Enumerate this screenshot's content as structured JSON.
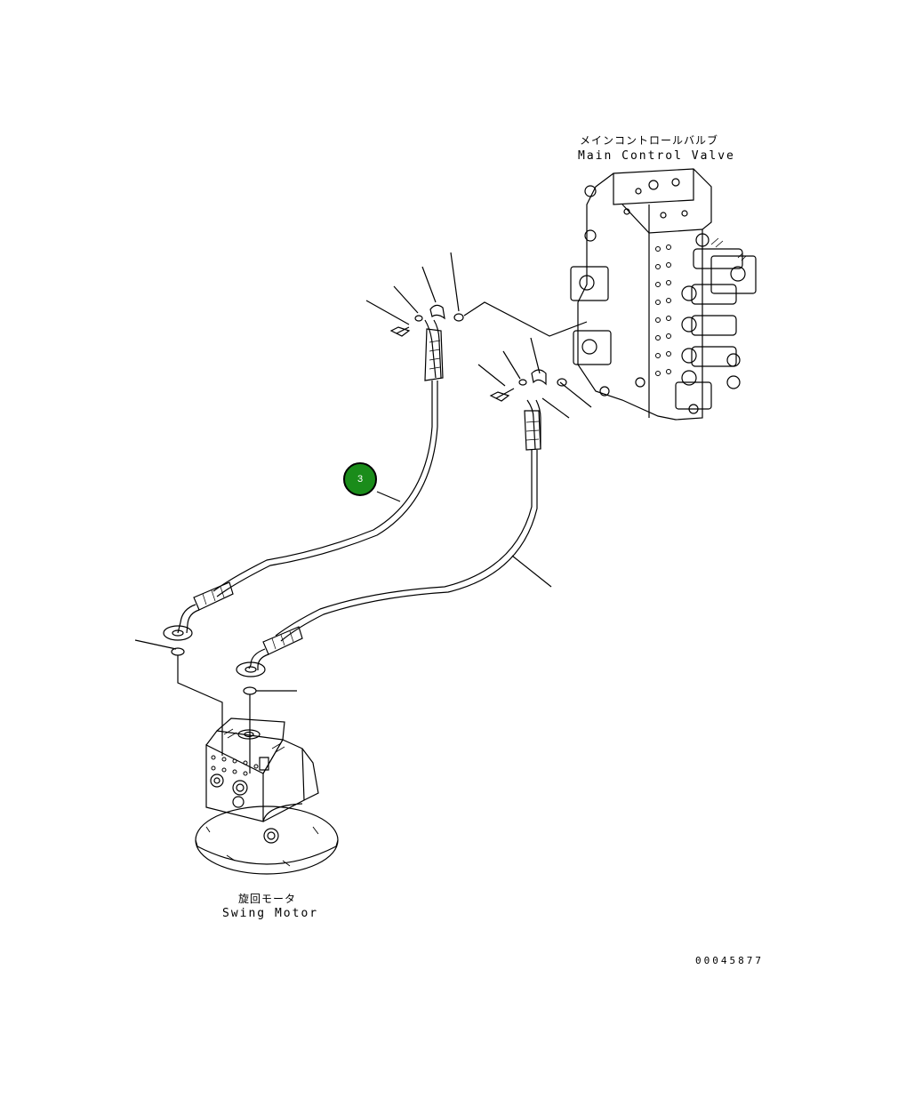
{
  "labels": {
    "main_control_valve_jp": "メインコントロールバルブ",
    "main_control_valve_en": "Main Control Valve",
    "swing_motor_jp": "旋回モータ",
    "swing_motor_en": "Swing Motor",
    "drawing_number": "00045877"
  },
  "callouts": [
    {
      "number": "3",
      "color": "#1a8c1a"
    }
  ],
  "icons": [
    "main-control-valve-drawing",
    "swing-motor-drawing",
    "hose-assembly",
    "bolt-icon",
    "washer-icon",
    "clamp-icon",
    "o-ring-icon"
  ]
}
